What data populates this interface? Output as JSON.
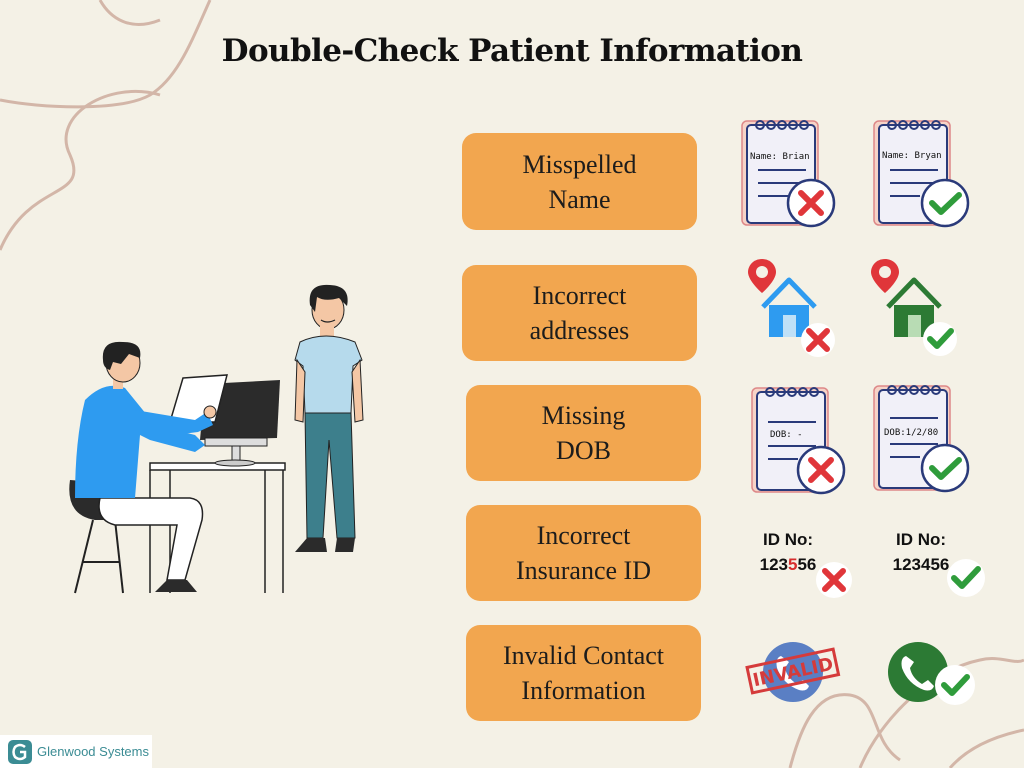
{
  "title": "Double-Check Patient Information",
  "rows": [
    {
      "label_line1": "Misspelled",
      "label_line2": "Name",
      "wrong_text": "Name: Brian",
      "right_text": "Name: Bryan"
    },
    {
      "label_line1": "Incorrect",
      "label_line2": "addresses"
    },
    {
      "label_line1": "Missing",
      "label_line2": "DOB",
      "wrong_text": "DOB: -",
      "right_text": "DOB:1/2/80"
    },
    {
      "label_line1": "Incorrect",
      "label_line2": "Insurance ID",
      "wrong_id_label": "ID No:",
      "wrong_id_before": "123",
      "wrong_id_highlight": "5",
      "wrong_id_after": "56",
      "right_id_label": "ID No:",
      "right_id_value": "123456"
    },
    {
      "label_line1": "Invalid Contact",
      "label_line2": "Information",
      "stamp_text": "INVALID"
    }
  ],
  "logo": {
    "text": "Glenwood Systems"
  },
  "colors": {
    "background": "#f4f1e6",
    "pill": "#f2a64f",
    "wrong": "#e0363a",
    "right": "#2f9c3b",
    "shirt": "#2e9bf0"
  }
}
